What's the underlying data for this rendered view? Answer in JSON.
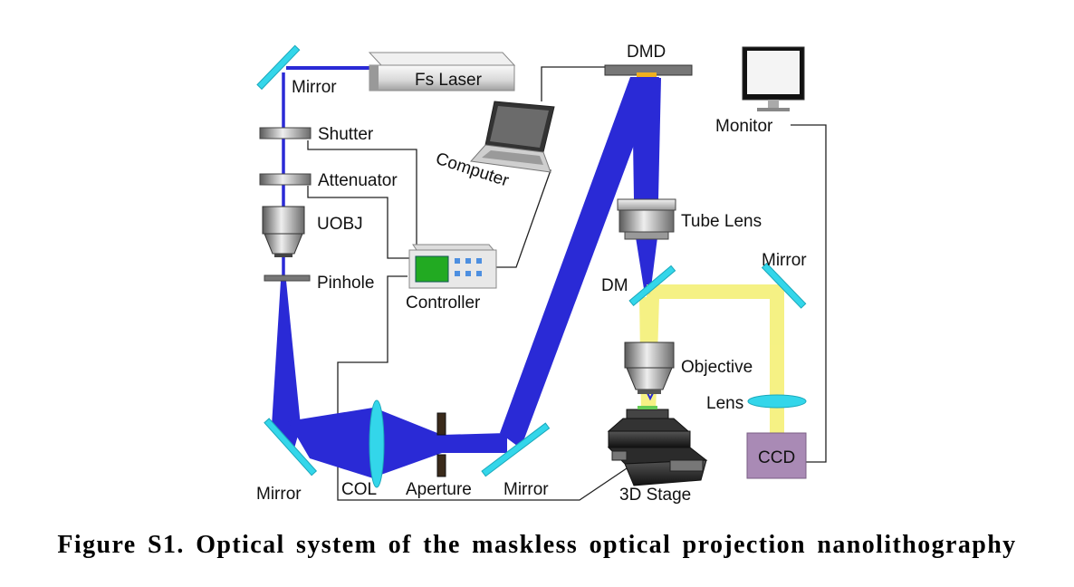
{
  "labels": {
    "fs_laser": "Fs Laser",
    "mirror_top": "Mirror",
    "shutter": "Shutter",
    "attenuator": "Attenuator",
    "uobj": "UOBJ",
    "pinhole": "Pinhole",
    "controller": "Controller",
    "computer": "Computer",
    "dmd": "DMD",
    "monitor": "Monitor",
    "tube_lens": "Tube Lens",
    "dm": "DM",
    "mirror_right": "Mirror",
    "objective": "Objective",
    "lens": "Lens",
    "ccd": "CCD",
    "stage": "3D Stage",
    "mirror_bottom_left": "Mirror",
    "col": "COL",
    "aperture": "Aperture",
    "mirror_bottom_mid": "Mirror"
  },
  "caption": "Figure S1. Optical system of the maskless optical projection nanolithography",
  "colors": {
    "laser_beam": "#2a2ad6",
    "imaging_beam": "#f5f07a",
    "mirror": "#33d6ea",
    "ccd_box": "#a98ab5",
    "controller_screen": "#22aa22",
    "wire": "#222222"
  }
}
